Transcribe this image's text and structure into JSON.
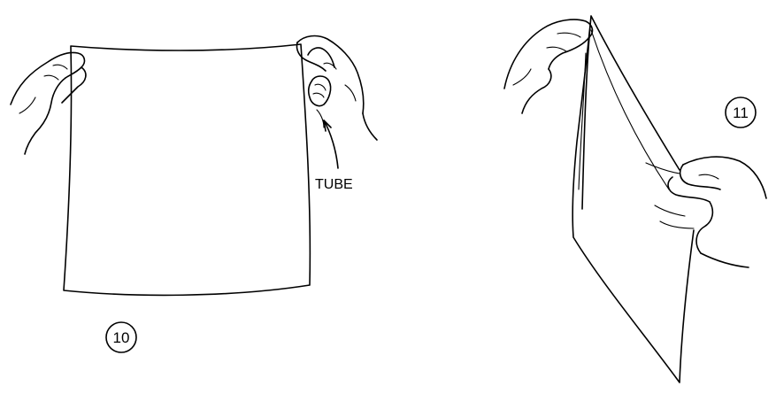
{
  "figures": [
    {
      "number": "10",
      "callout": "TUBE"
    },
    {
      "number": "11"
    }
  ],
  "colors": {
    "ink": "#000000",
    "paper": "#ffffff"
  }
}
